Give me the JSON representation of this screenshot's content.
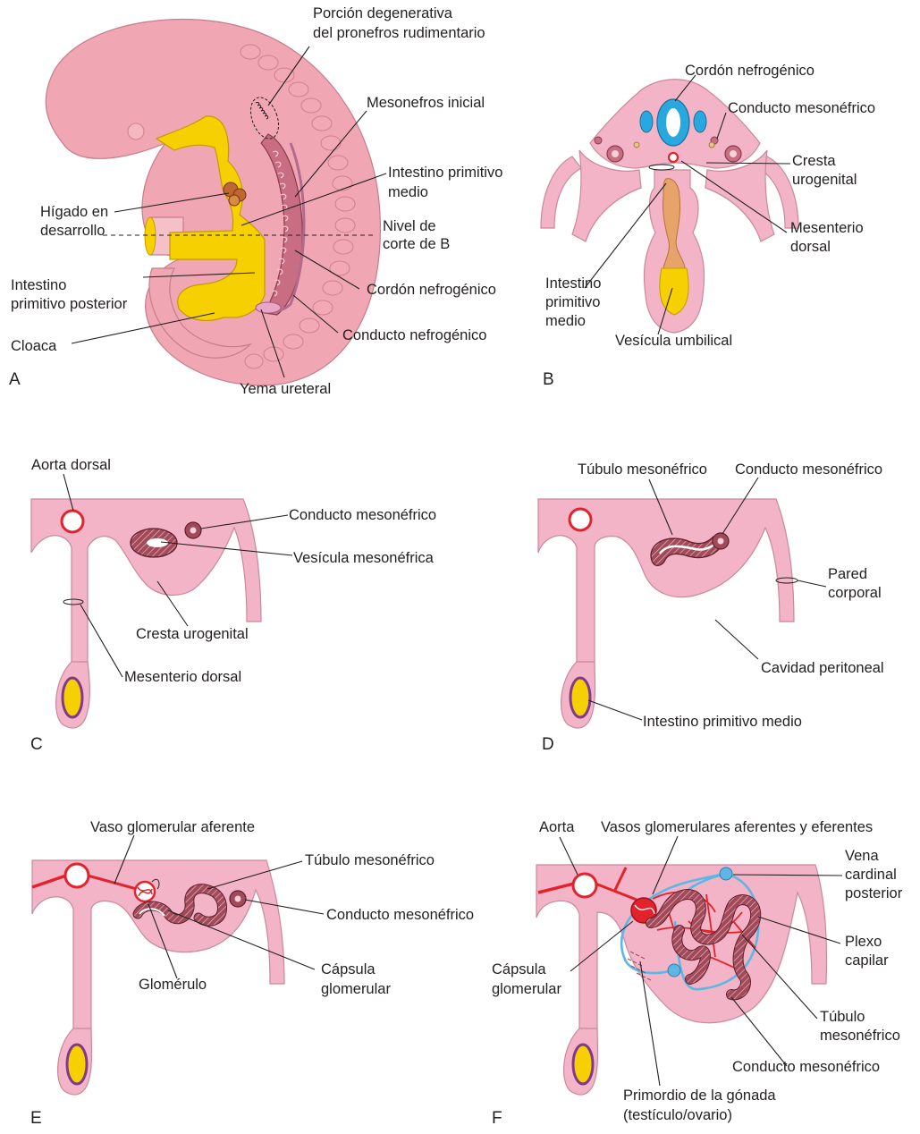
{
  "panels": {
    "A": {
      "letter": "A",
      "labels": {
        "pronefros": [
          "Porción degenerativa",
          "del pronefros rudimentario"
        ],
        "mesonefros_inicial": "Mesonefros inicial",
        "intestino_medio": [
          "Intestino primitivo",
          "medio"
        ],
        "higado": [
          "Hígado en",
          "desarrollo"
        ],
        "nivel_corte": [
          "Nivel de",
          "corte de B"
        ],
        "intestino_posterior": [
          "Intestino",
          "primitivo posterior"
        ],
        "cordon": "Cordón nefrogénico",
        "cloaca": "Cloaca",
        "conducto": "Conducto nefrogénico",
        "yema": "Yema ureteral"
      }
    },
    "B": {
      "letter": "B",
      "labels": {
        "cordon": "Cordón nefrogénico",
        "conducto": "Conducto mesonéfrico",
        "cresta": [
          "Cresta",
          "urogenital"
        ],
        "mesenterio": [
          "Mesenterio",
          "dorsal"
        ],
        "intestino": [
          "Intestino",
          "primitivo",
          "medio"
        ],
        "vesicula": "Vesícula umbilical"
      }
    },
    "C": {
      "letter": "C",
      "labels": {
        "aorta": "Aorta dorsal",
        "conducto": "Conducto mesonéfrico",
        "vesicula": "Vesícula mesonéfrica",
        "cresta": "Cresta urogenital",
        "mesenterio": "Mesenterio dorsal"
      }
    },
    "D": {
      "letter": "D",
      "labels": {
        "tubulo": "Túbulo mesonéfrico",
        "conducto": "Conducto mesonéfrico",
        "pared": [
          "Pared",
          "corporal"
        ],
        "cavidad": "Cavidad peritoneal",
        "intestino": "Intestino primitivo medio"
      }
    },
    "E": {
      "letter": "E",
      "labels": {
        "vaso": "Vaso glomerular aferente",
        "tubulo": "Túbulo mesonéfrico",
        "conducto": "Conducto mesonéfrico",
        "glomerulo": "Glomérulo",
        "capsula": [
          "Cápsula",
          "glomerular"
        ]
      }
    },
    "F": {
      "letter": "F",
      "labels": {
        "aorta": "Aorta",
        "vasos": "Vasos glomerulares aferentes y eferentes",
        "vena": [
          "Vena",
          "cardinal",
          "posterior"
        ],
        "plexo": [
          "Plexo",
          "capilar"
        ],
        "capsula": [
          "Cápsula",
          "glomerular"
        ],
        "tubulo": [
          "Túbulo",
          "mesonéfrico"
        ],
        "conducto": "Conducto mesonéfrico",
        "primordio": [
          "Primordio de la gónada",
          "(testículo/ovario)"
        ]
      }
    }
  },
  "colors": {
    "tissue": "#f4b4c8",
    "embryo": "#f0a7b3",
    "gut": "#f6d000",
    "duct": "#a34a5a",
    "artery": "#e3232c",
    "vein": "#5db7e3",
    "neural_tube": "#29a8df"
  }
}
